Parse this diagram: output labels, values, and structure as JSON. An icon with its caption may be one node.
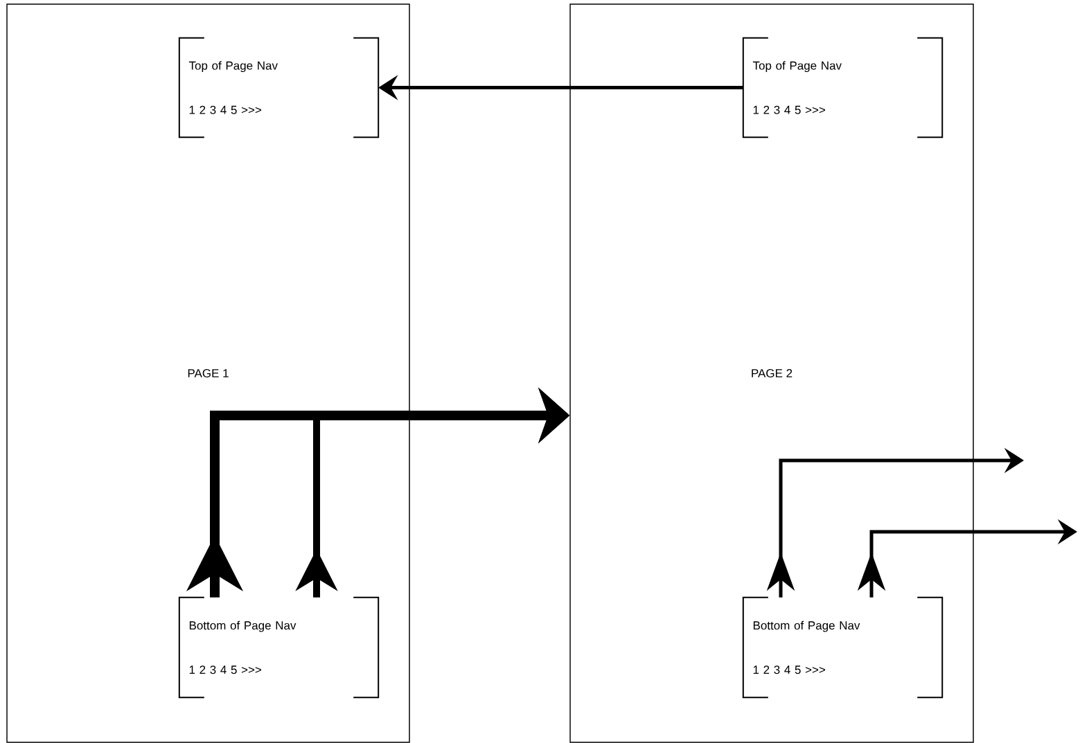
{
  "diagram": {
    "nodes": [
      {
        "text": [
          "PAGE 1"
        ]
      },
      {
        "text": [
          "Top of Page Nav",
          "1 2 3 4 5 >>>"
        ],
        "in": 0
      },
      {
        "text": [
          "Bottom of Page Nav",
          "1 2 3 4 5 >>>"
        ],
        "in": 0
      },
      {
        "text": [
          "PAGE 2"
        ]
      },
      {
        "text": [
          "Top of Page Nav",
          "1 2 3 4 5 >>>"
        ],
        "in": 3
      },
      {
        "text": [
          "Bottom of Page Nav",
          "1 2 3 4 5 >>>"
        ],
        "in": 3
      }
    ],
    "edges": [
      {
        "from": 4,
        "to": 1,
        "arrow": "to"
      },
      {
        "from": 2,
        "to": 3,
        "arrow": "to",
        "style": "thick"
      },
      {
        "from": 2,
        "to": 3,
        "arrow": "to",
        "style": "thick"
      },
      {
        "from": 5,
        "to": null,
        "arrow": "to"
      },
      {
        "from": 5,
        "to": null,
        "arrow": "to"
      }
    ]
  }
}
